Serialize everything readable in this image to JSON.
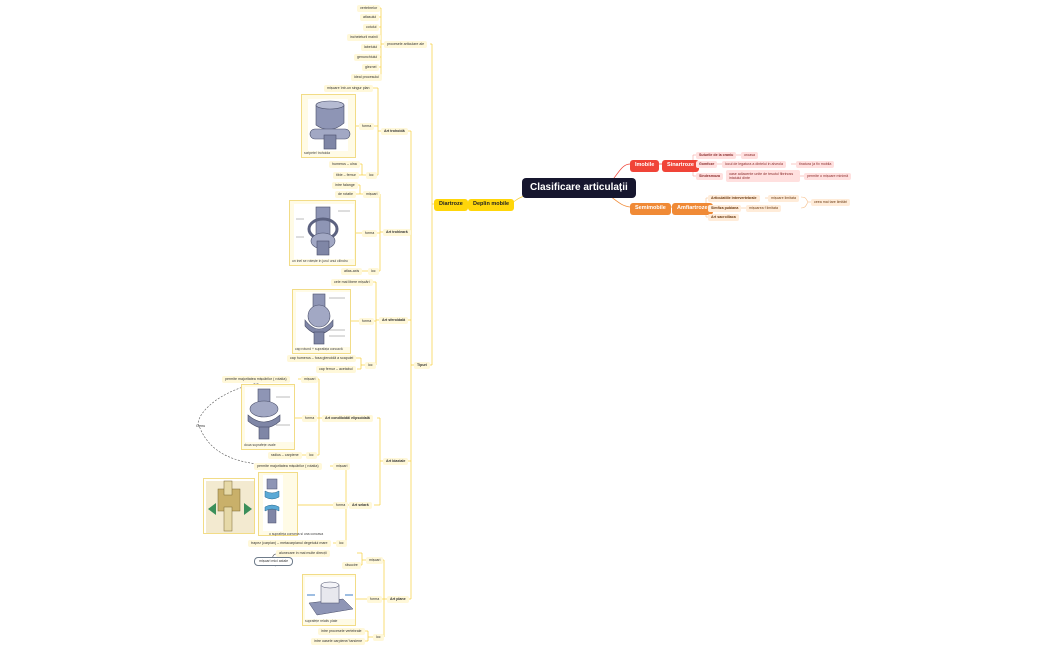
{
  "root": "Clasificare articulații",
  "branches": {
    "diartroze": "Diartroze",
    "deplin_mobile": "Deplin mobile",
    "tipuri": "Tipuri",
    "imobile": "Imobile",
    "sinartroze": "Sinartroze",
    "semimobile": "Semimobile",
    "amfiartroze": "Amfiartroze"
  },
  "procesele": {
    "label": "procesele articulare ale",
    "items": [
      "vertebrelor",
      "atlasului",
      "cotului",
      "incheieturii mainii",
      "labelului",
      "genunchiului",
      "gleznei",
      "ideal procesului"
    ]
  },
  "trohoida": {
    "title": "Art trohoidă",
    "miscare": "mișcare într-un singur plan",
    "forma": "forma",
    "fig_caption": "scripete/ trohoida",
    "loc": "loc",
    "loc_items": [
      "humerus – ulna",
      "tibie – femur"
    ]
  },
  "trohleara": {
    "title": "Art trohleară",
    "misc_label": "mișcari",
    "misc_items": [
      "intre falange",
      "de rotatie"
    ],
    "forma": "forma",
    "fig_caption": "un inel se rotește in jurul unui cilindru",
    "loc": "loc",
    "loc_items": [
      "atlas-axis"
    ]
  },
  "sferoidala": {
    "title": "Art sferoidală",
    "miscare": "cele mai libere mișcări",
    "forma": "forma",
    "fig_caption": "cap rotund + suprafața concavă",
    "loc": "loc",
    "loc_items": [
      "cap humerus – fosa glenoidă a scapulei",
      "cap femur – acetabul"
    ]
  },
  "condiloida": {
    "title": "Art condiloidă/ elipsoidală",
    "miscare_label": "mișcari",
    "miscare_item": "permite majoritatea mișcărilor ( rotatia)",
    "forma": "forma",
    "fig_caption": "doua suprafețe ovale",
    "loc": "loc",
    "loc_items": [
      "radius – carpiene"
    ]
  },
  "biaxiale": "Art biaxiale",
  "selara": {
    "title": "Art selară",
    "miscare_label": "mișcari",
    "miscare_item": "permite majoritatea mișcărilor ( rotatia)",
    "forma": "forma",
    "fig_caption": "o suprafeța convexa si una concava",
    "loc": "loc",
    "loc_items": [
      "trapez (carpian) – metacarpianul degetului mare"
    ]
  },
  "plane": {
    "title": "Art plane",
    "miscari_label": "mișcari",
    "miscari_items": [
      "alunecare in mai multe direcții",
      "răsucire"
    ],
    "summary": "mișcari mici axiale",
    "forma": "forma",
    "fig_caption": "suprafețe relativ plate",
    "loc": "loc",
    "loc_items": [
      "intre procesele vertebrale",
      "intre oasele carpiene/ tarsiene"
    ]
  },
  "genu_label": "Genu",
  "imobile": {
    "suturi": "Suturile de la craniu",
    "suturi_note": "oroasa",
    "gomfoza": "Gomfoze",
    "gomfoza_note": "locul de legatura a dintelui in alveola",
    "gomfoza_note2": "tinatura (a fix mobila",
    "sindesmoza": "Sindesmoza",
    "sindesmoza_note": "oase adiacente unite de tesutul fibrinoss intaiului dinte",
    "sindesmoza_note2": "permite o mișcare minimă"
  },
  "semimobile": {
    "items": [
      "Articulatiile intervertebrale",
      "Simfiza pubiana",
      "Art sacroiliaca"
    ],
    "note1": "mișcare limitata",
    "note2": "mișcarea f limitata",
    "shared": "ceea mai tare limitări"
  },
  "icons": {
    "trohoida_fig": "hinge-joint-figure",
    "trohleara_fig": "pivot-joint-figure",
    "sferoidala_fig": "ball-socket-figure",
    "condiloida_fig": "condyloid-joint-figure",
    "selara_fig": "saddle-joint-figure",
    "plane_fig": "plane-joint-figure"
  },
  "colors": {
    "root": "#16162e",
    "yellow": "#ffd60a",
    "red": "#f04438",
    "orange": "#f08a36",
    "yellow_line": "#f5cd3a"
  }
}
